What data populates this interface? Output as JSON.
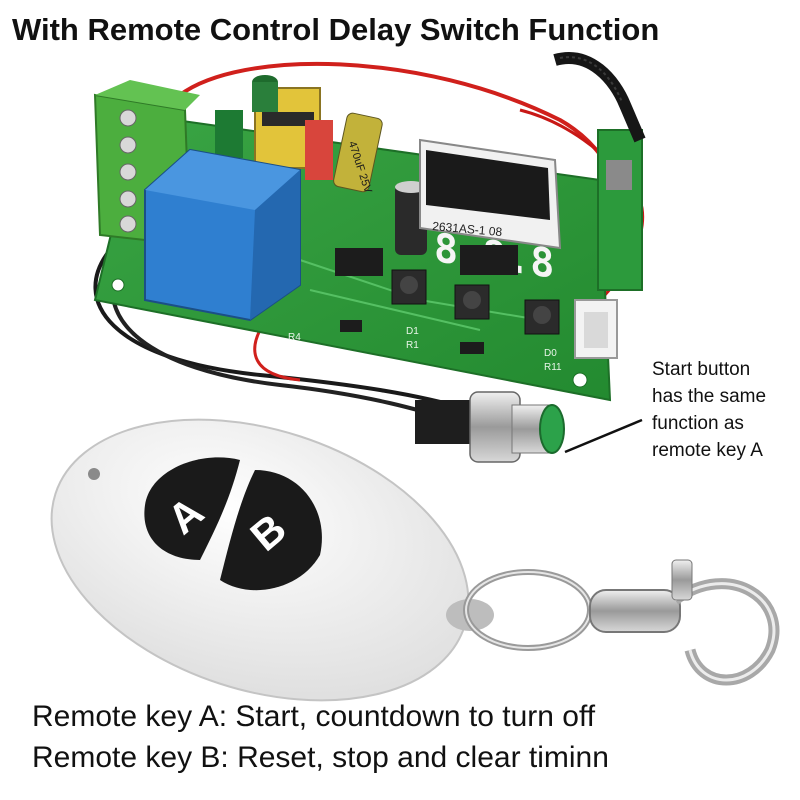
{
  "title": "With Remote Control Delay Switch Function",
  "callout": [
    "Start button",
    "has the same",
    "function as",
    "remote key A"
  ],
  "captions": {
    "key_a": "Remote key A: Start, countdown to turn off",
    "key_b": "Remote key B: Reset, stop and clear timinn"
  },
  "board": {
    "display": "8.8.8",
    "display_module": "2631AS-1 08",
    "capacitor": "470uF 25V",
    "silkscreen": [
      "R4",
      "D1",
      "R1",
      "D0",
      "R11"
    ]
  },
  "remote": {
    "key_a": "A",
    "key_b": "B"
  },
  "colors": {
    "pcb": "#2e9a3a",
    "relay": "#2f7fd0",
    "terminal": "#4cae3e",
    "remote_body": "#f4f4f4",
    "key": "#1a1a1a",
    "start_button": "#2ca24a"
  }
}
